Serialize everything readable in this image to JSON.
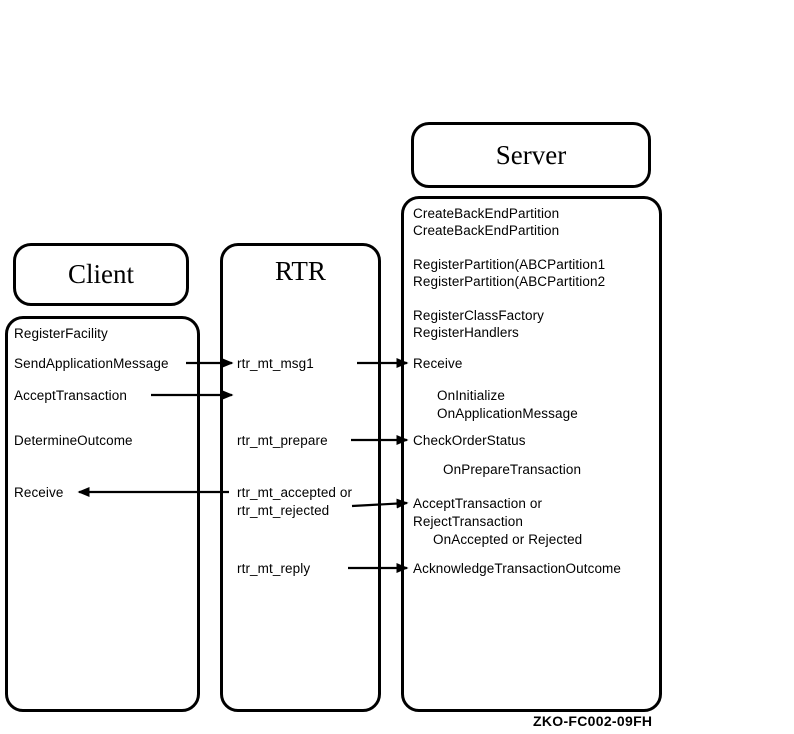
{
  "diagram": {
    "caption": "ZKO-FC002-09FH",
    "columns": {
      "client": {
        "title": "Client",
        "items": [
          "RegisterFacility",
          "SendApplicationMessage",
          "AcceptTransaction",
          "DetermineOutcome",
          "Receive"
        ]
      },
      "rtr": {
        "title": "RTR",
        "messages": [
          "rtr_mt_msg1",
          "rtr_mt_prepare",
          "rtr_mt_accepted or",
          "rtr_mt_rejected",
          "rtr_mt_reply"
        ]
      },
      "server": {
        "title": "Server",
        "items": [
          "CreateBackEndPartition",
          "CreateBackEndPartition",
          "RegisterPartition(ABCPartition1",
          "RegisterPartition(ABCPartition2",
          "RegisterClassFactory",
          "RegisterHandlers",
          "Receive",
          "OnInitialize",
          "OnApplicationMessage",
          "CheckOrderStatus",
          "OnPrepareTransaction",
          "AcceptTransaction or",
          "RejectTransaction",
          "OnAccepted or Rejected",
          "AcknowledgeTransactionOutcome"
        ]
      }
    },
    "flows": [
      {
        "from": "Client: SendApplicationMessage",
        "to": "RTR: rtr_mt_msg1"
      },
      {
        "from": "Client: AcceptTransaction",
        "to": "RTR"
      },
      {
        "from": "RTR: rtr_mt_msg1",
        "to": "Server: Receive"
      },
      {
        "from": "RTR: rtr_mt_prepare",
        "to": "Server: CheckOrderStatus"
      },
      {
        "from": "RTR: rtr_mt_accepted or rtr_mt_rejected",
        "to": "Server: AcceptTransaction or RejectTransaction"
      },
      {
        "from": "RTR: rtr_mt_reply",
        "to": "Server: AcknowledgeTransactionOutcome"
      },
      {
        "from": "RTR",
        "to": "Client: Receive"
      }
    ]
  }
}
